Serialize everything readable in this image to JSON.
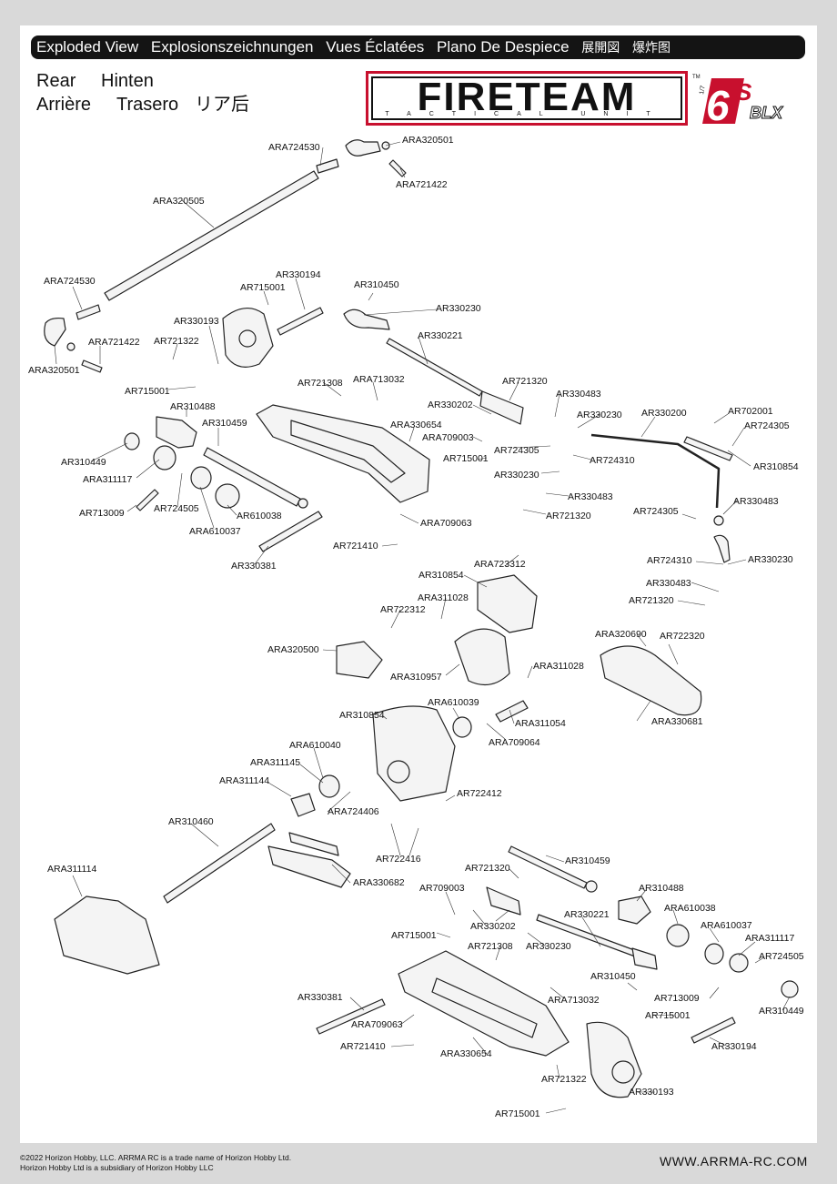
{
  "header": {
    "titles": [
      "Exploded View",
      "Explosionszeichnungen",
      "Vues Éclatées",
      "Plano De Despiece",
      "展開図",
      "爆炸图"
    ]
  },
  "section": {
    "en": "Rear",
    "de": "Hinten",
    "fr": "Arrière",
    "es": "Trasero",
    "jp": "リア后"
  },
  "logo": {
    "brand": "FIRETEAM",
    "tagline": "TACTICAL UNIT",
    "trademark": "TM",
    "scale": "1/7",
    "badge_main": "6",
    "badge_s": "S",
    "badge_blx": "BLX",
    "colors": {
      "red": "#c8102e",
      "black": "#111111"
    }
  },
  "parts": [
    {
      "id": "ARA724530"
    },
    {
      "id": "ARA320501"
    },
    {
      "id": "ARA721422"
    },
    {
      "id": "ARA320505"
    },
    {
      "id": "ARA724530"
    },
    {
      "id": "AR330194"
    },
    {
      "id": "AR715001"
    },
    {
      "id": "AR310450"
    },
    {
      "id": "AR330230"
    },
    {
      "id": "ARA320501"
    },
    {
      "id": "ARA721422"
    },
    {
      "id": "AR330193"
    },
    {
      "id": "AR721322"
    },
    {
      "id": "AR330221"
    },
    {
      "id": "AR715001"
    },
    {
      "id": "AR721308"
    },
    {
      "id": "ARA713032"
    },
    {
      "id": "AR721320"
    },
    {
      "id": "AR330483"
    },
    {
      "id": "AR330202"
    },
    {
      "id": "AR310488"
    },
    {
      "id": "AR330230"
    },
    {
      "id": "AR330200"
    },
    {
      "id": "AR702001"
    },
    {
      "id": "AR310459"
    },
    {
      "id": "ARA330654"
    },
    {
      "id": "ARA709003"
    },
    {
      "id": "AR724305"
    },
    {
      "id": "AR724305"
    },
    {
      "id": "AR310449"
    },
    {
      "id": "AR715001"
    },
    {
      "id": "AR724310"
    },
    {
      "id": "AR310854"
    },
    {
      "id": "ARA311117"
    },
    {
      "id": "AR330230"
    },
    {
      "id": "AR330483"
    },
    {
      "id": "AR330483"
    },
    {
      "id": "AR713009"
    },
    {
      "id": "AR724505"
    },
    {
      "id": "AR610038"
    },
    {
      "id": "AR721320"
    },
    {
      "id": "AR724305"
    },
    {
      "id": "ARA610037"
    },
    {
      "id": "ARA709063"
    },
    {
      "id": "AR721410"
    },
    {
      "id": "AR330381"
    },
    {
      "id": "ARA723312"
    },
    {
      "id": "AR724310"
    },
    {
      "id": "AR330230"
    },
    {
      "id": "AR310854"
    },
    {
      "id": "AR330483"
    },
    {
      "id": "ARA311028"
    },
    {
      "id": "AR721320"
    },
    {
      "id": "AR722312"
    },
    {
      "id": "ARA320690"
    },
    {
      "id": "AR722320"
    },
    {
      "id": "ARA320500"
    },
    {
      "id": "ARA310957"
    },
    {
      "id": "ARA311028"
    },
    {
      "id": "AR310854"
    },
    {
      "id": "ARA610039"
    },
    {
      "id": "ARA311054"
    },
    {
      "id": "ARA330681"
    },
    {
      "id": "ARA709064"
    },
    {
      "id": "ARA610040"
    },
    {
      "id": "ARA311145"
    },
    {
      "id": "ARA311144"
    },
    {
      "id": "AR722412"
    },
    {
      "id": "ARA724406"
    },
    {
      "id": "AR310460"
    },
    {
      "id": "AR722416"
    },
    {
      "id": "ARA311114"
    },
    {
      "id": "ARA330682"
    },
    {
      "id": "AR721320"
    },
    {
      "id": "AR310459"
    },
    {
      "id": "AR709003"
    },
    {
      "id": "AR310488"
    },
    {
      "id": "ARA610038"
    },
    {
      "id": "AR330221"
    },
    {
      "id": "AR330202"
    },
    {
      "id": "AR715001"
    },
    {
      "id": "ARA610037"
    },
    {
      "id": "ARA311117"
    },
    {
      "id": "AR330230"
    },
    {
      "id": "AR721308"
    },
    {
      "id": "AR724505"
    },
    {
      "id": "AR310450"
    },
    {
      "id": "AR330381"
    },
    {
      "id": "AR713009"
    },
    {
      "id": "ARA713032"
    },
    {
      "id": "AR715001"
    },
    {
      "id": "AR310449"
    },
    {
      "id": "ARA709063"
    },
    {
      "id": "AR330194"
    },
    {
      "id": "AR721410"
    },
    {
      "id": "ARA330654"
    },
    {
      "id": "AR721322"
    },
    {
      "id": "AR330193"
    },
    {
      "id": "AR715001"
    }
  ],
  "footer": {
    "copyright": "©2022 Horizon Hobby, LLC. ARRMA RC is a trade name of Horizon Hobby Ltd.",
    "subsidiary": "Horizon Hobby Ltd is a subsidiary of Horizon Hobby LLC",
    "website": "WWW.ARRMA-RC.COM"
  }
}
